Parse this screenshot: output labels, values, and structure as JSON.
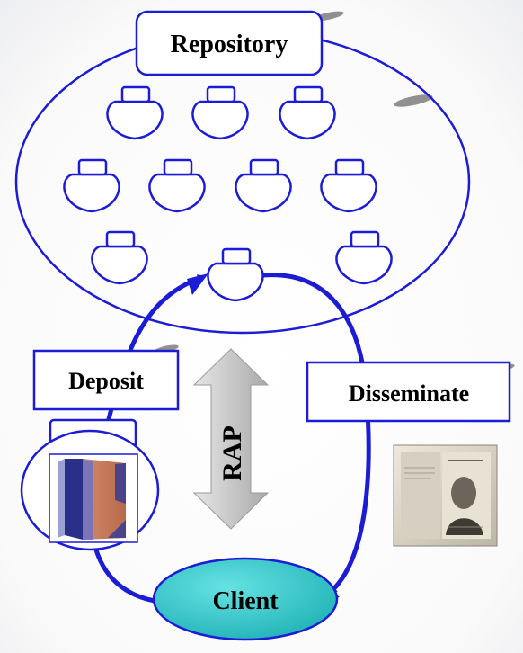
{
  "labels": {
    "repository": "Repository",
    "deposit": "Deposit",
    "disseminate": "Disseminate",
    "protocol": "RAP",
    "client": "Client"
  },
  "colors": {
    "outline": "#1c1cd6",
    "client_fill": "#33c8c8",
    "rap_arrow": "#c4c4c4",
    "background": "#ffffff"
  },
  "icons": {
    "stored_object": "rounded-tab-blob-icon",
    "book": "book-icon",
    "document_scan": "shakespeare-folio-page-icon"
  }
}
